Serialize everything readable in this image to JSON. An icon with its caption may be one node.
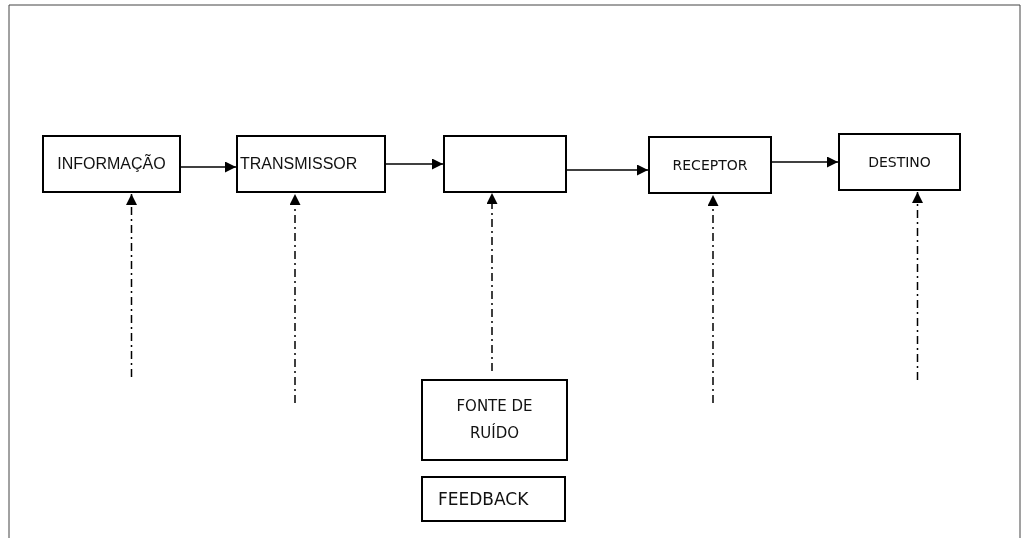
{
  "diagram": {
    "nodes": [
      {
        "text": [
          "INFORMAÇÃO"
        ]
      },
      {
        "text": [
          "TRANSMISSOR"
        ]
      },
      {
        "text": [],
        "shape": "box"
      },
      {
        "text": [
          "RECEPTOR"
        ]
      },
      {
        "text": [
          "DESTINO"
        ]
      },
      {
        "text": [
          "FONTE DE RUÍDO"
        ]
      },
      {
        "text": [
          "FEEDBACK"
        ]
      }
    ],
    "edges": [
      {
        "from": 0,
        "to": 1,
        "arrow": "to"
      },
      {
        "from": 1,
        "to": 2,
        "arrow": "to"
      },
      {
        "from": 2,
        "to": 3,
        "arrow": "to"
      },
      {
        "from": 3,
        "to": 4,
        "arrow": "to"
      },
      {
        "from": null,
        "to": 0,
        "arrow": "to",
        "style": "dashed"
      },
      {
        "from": null,
        "to": 1,
        "arrow": "to",
        "style": "dashed"
      },
      {
        "from": 5,
        "to": 2,
        "arrow": "to",
        "style": "dashed"
      },
      {
        "from": null,
        "to": 3,
        "arrow": "to",
        "style": "dashed"
      },
      {
        "from": null,
        "to": 4,
        "arrow": "to",
        "style": "dashed"
      }
    ]
  }
}
